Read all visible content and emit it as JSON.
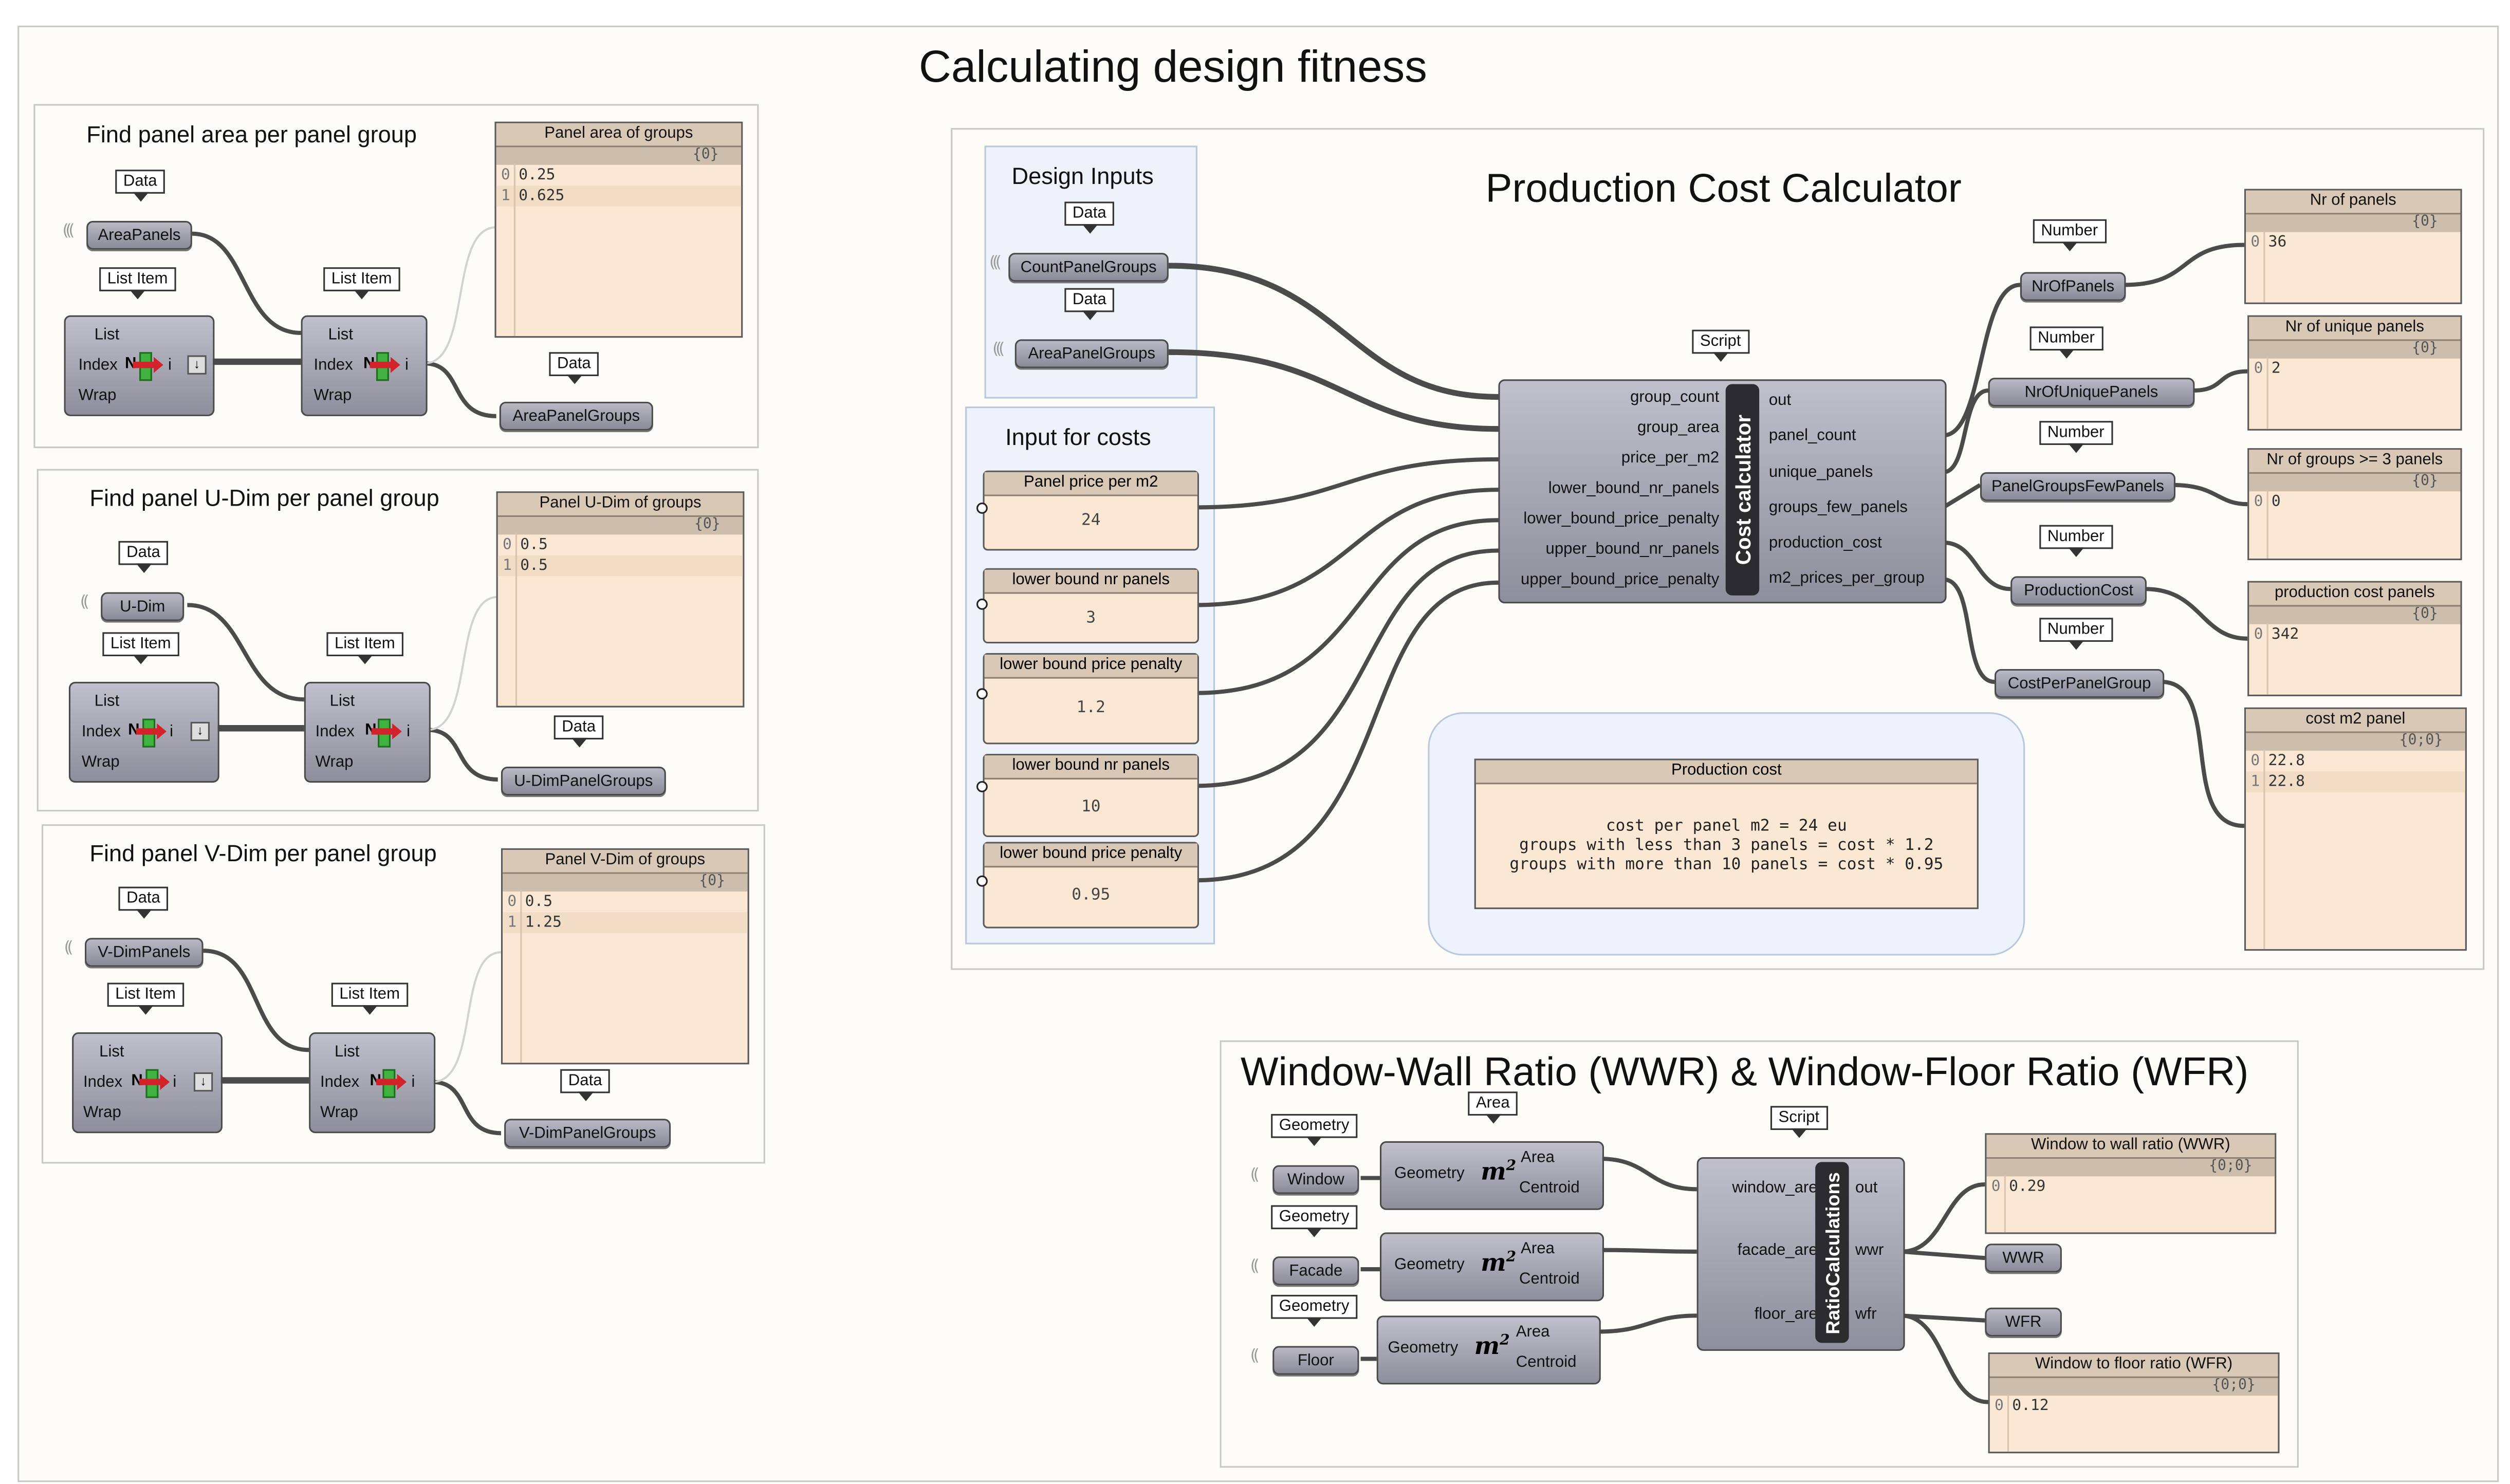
{
  "main_title": "Calculating design fitness",
  "sections": {
    "area": {
      "title": "Find panel area per panel group",
      "input_param": "AreaPanels",
      "output_param": "AreaPanelGroups",
      "panel_title": "Panel area of groups",
      "panel_path": "{0}",
      "rows": [
        {
          "i": "0",
          "v": "0.25"
        },
        {
          "i": "1",
          "v": "0.625"
        }
      ]
    },
    "udim": {
      "title": "Find panel U-Dim per panel group",
      "input_param": "U-Dim",
      "output_param": "U-DimPanelGroups",
      "panel_title": "Panel U-Dim of groups",
      "panel_path": "{0}",
      "rows": [
        {
          "i": "0",
          "v": "0.5"
        },
        {
          "i": "1",
          "v": "0.5"
        }
      ]
    },
    "vdim": {
      "title": "Find panel V-Dim per panel group",
      "input_param": "V-DimPanels",
      "output_param": "V-DimPanelGroups",
      "panel_title": "Panel V-Dim of groups",
      "panel_path": "{0}",
      "rows": [
        {
          "i": "0",
          "v": "0.5"
        },
        {
          "i": "1",
          "v": "1.25"
        }
      ]
    }
  },
  "tags": {
    "data": "Data",
    "list_item": "List Item",
    "number": "Number",
    "script": "Script",
    "geometry": "Geometry",
    "area": "Area"
  },
  "list_item": {
    "list": "List",
    "index": "Index",
    "wrap": "Wrap",
    "out": "i",
    "n": "N"
  },
  "production": {
    "title": "Production Cost Calculator",
    "design_inputs": {
      "title": "Design Inputs",
      "params": [
        "CountPanelGroups",
        "AreaPanelGroups"
      ]
    },
    "costs": {
      "title": "Input for costs",
      "sliders": [
        {
          "label": "Panel price per m2",
          "value": "24"
        },
        {
          "label": "lower bound nr panels",
          "value": "3"
        },
        {
          "label": "lower bound price penalty",
          "value": "1.2"
        },
        {
          "label": "lower bound nr panels",
          "value": "10"
        },
        {
          "label": "lower bound price penalty",
          "value": "0.95"
        }
      ]
    },
    "script": {
      "name": "Cost calculator",
      "inputs": [
        "group_count",
        "group_area",
        "price_per_m2",
        "lower_bound_nr_panels",
        "lower_bound_price_penalty",
        "upper_bound_nr_panels",
        "upper_bound_price_penalty"
      ],
      "outputs": [
        "out",
        "panel_count",
        "unique_panels",
        "groups_few_panels",
        "production_cost",
        "m2_prices_per_group"
      ]
    },
    "out_params": [
      "NrOfPanels",
      "NrOfUniquePanels",
      "PanelGroupsFewPanels",
      "ProductionCost",
      "CostPerPanelGroup"
    ],
    "panels": [
      {
        "title": "Nr of panels",
        "path": "{0}",
        "rows": [
          {
            "i": "0",
            "v": "36"
          }
        ]
      },
      {
        "title": "Nr of unique panels",
        "path": "{0}",
        "rows": [
          {
            "i": "0",
            "v": "2"
          }
        ]
      },
      {
        "title": "Nr of groups >= 3 panels",
        "path": "{0}",
        "rows": [
          {
            "i": "0",
            "v": "0"
          }
        ]
      },
      {
        "title": "production cost panels",
        "path": "{0}",
        "rows": [
          {
            "i": "0",
            "v": "342"
          }
        ]
      },
      {
        "title": "cost m2 panel",
        "path": "{0;0}",
        "rows": [
          {
            "i": "0",
            "v": "22.8"
          },
          {
            "i": "1",
            "v": "22.8"
          }
        ]
      }
    ],
    "note": {
      "title": "Production cost",
      "lines": [
        "cost per panel m2 = 24 eu",
        "groups with less than 3 panels = cost * 1.2",
        "groups with more than 10 panels = cost * 0.95"
      ]
    }
  },
  "ratio": {
    "title": "Window-Wall Ratio (WWR) & Window-Floor Ratio (WFR)",
    "geom_params": [
      "Window",
      "Facade",
      "Floor"
    ],
    "area_comp": {
      "in": "Geometry",
      "out1": "Area",
      "out2": "Centroid",
      "icon": "m",
      "sup": "2"
    },
    "script": {
      "name": "RatioCalculations",
      "inputs": [
        "window_area",
        "facade_area",
        "floor_area"
      ],
      "outputs": [
        "out",
        "wwr",
        "wfr"
      ]
    },
    "out_params": [
      "WWR",
      "WFR"
    ],
    "panels": [
      {
        "title": "Window to wall ratio (WWR)",
        "path": "{0;0}",
        "rows": [
          {
            "i": "0",
            "v": "0.29"
          }
        ]
      },
      {
        "title": "Window to floor ratio (WFR)",
        "path": "{0;0}",
        "rows": [
          {
            "i": "0",
            "v": "0.12"
          }
        ]
      }
    ]
  }
}
